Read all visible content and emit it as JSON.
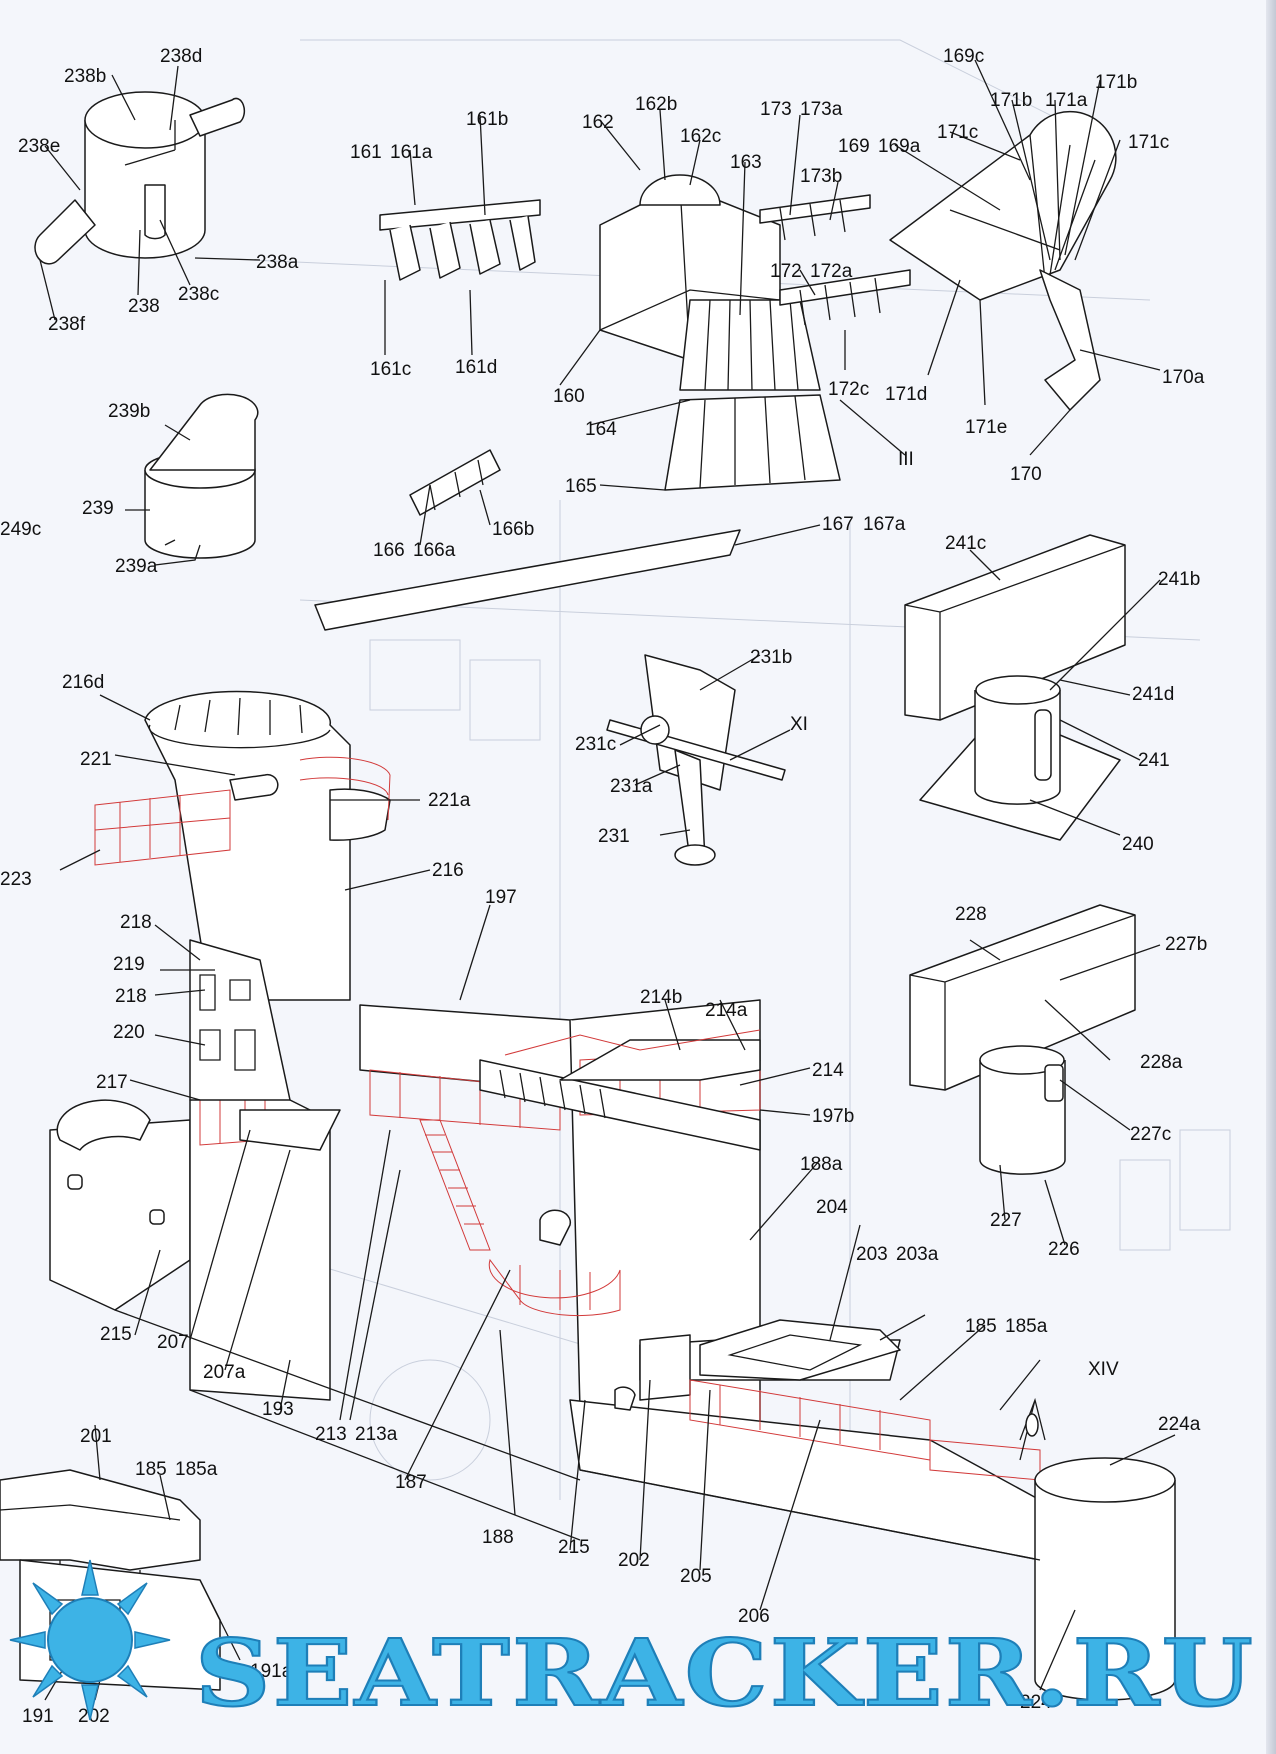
{
  "figure": {
    "labels": [
      "238d",
      "238b",
      "238e",
      "238a",
      "238c",
      "238",
      "238f",
      "161b",
      "161",
      "161a",
      "161c",
      "161d",
      "162",
      "162b",
      "162c",
      "163",
      "173",
      "173a",
      "173b",
      "172",
      "172a",
      "172c",
      "160",
      "164",
      "165",
      "III",
      "169c",
      "171b",
      "171a",
      "171b",
      "171c",
      "169",
      "169a",
      "171c",
      "171d",
      "171e",
      "170a",
      "170",
      "239b",
      "239",
      "239a",
      "249c",
      "166",
      "166a",
      "166b",
      "167",
      "167a",
      "241c",
      "241b",
      "241d",
      "241",
      "240",
      "231b",
      "231c",
      "XI",
      "231a",
      "231",
      "216d",
      "221",
      "221a",
      "223",
      "216",
      "197",
      "218",
      "219",
      "218",
      "220",
      "217",
      "214b",
      "214a",
      "214",
      "197b",
      "188a",
      "204",
      "203",
      "203a",
      "185",
      "185a",
      "XIV",
      "224a",
      "228",
      "227b",
      "228a",
      "227c",
      "227",
      "226",
      "215",
      "207",
      "207a",
      "193",
      "213",
      "213a",
      "187",
      "188",
      "215",
      "202",
      "205",
      "206",
      "224",
      "201",
      "185",
      "185a",
      "191a",
      "191",
      "202"
    ]
  },
  "watermark": {
    "text": "SEATRACKER.RU"
  },
  "colors": {
    "background": "#f4f6fb",
    "line": "#1a1a1a",
    "red_grid": "#d23a3a",
    "watermark": "#3db3e6"
  }
}
